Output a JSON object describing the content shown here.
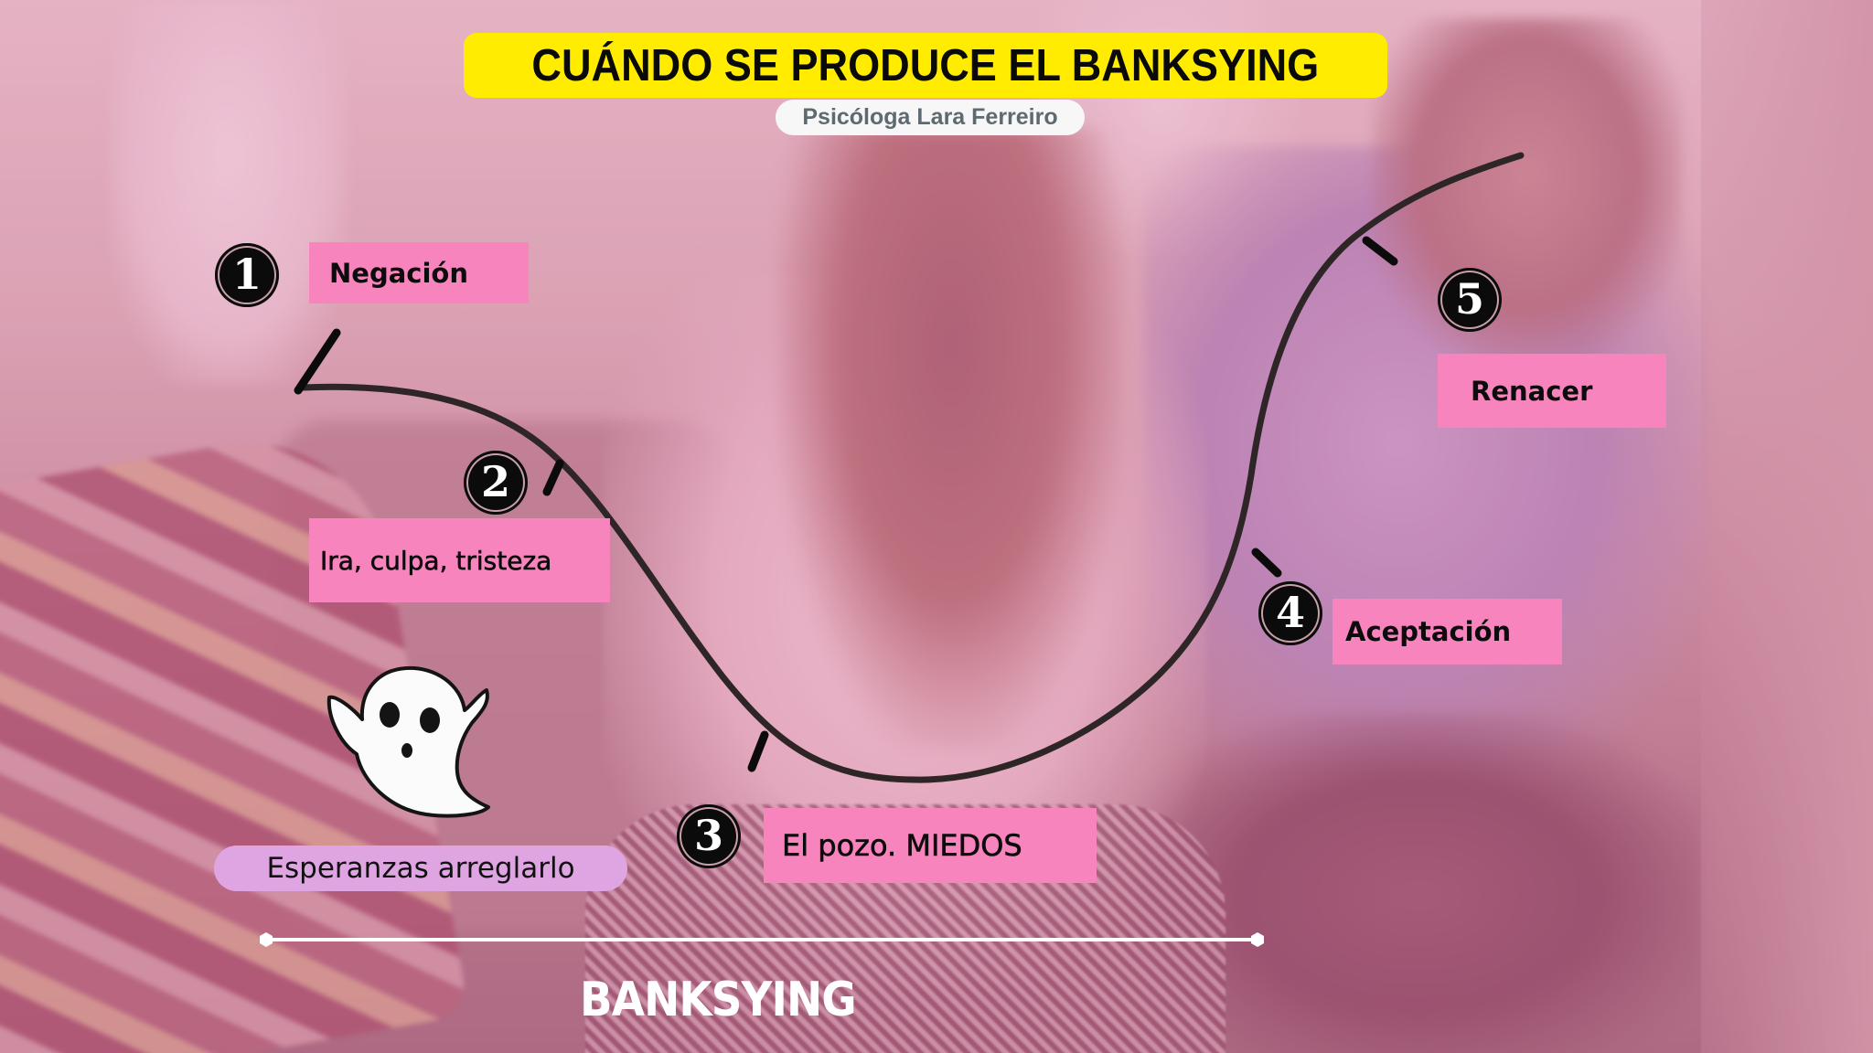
{
  "header": {
    "title": "CUÁNDO SE PRODUCE EL BANKSYING",
    "subtitle": "Psicóloga Lara Ferreiro"
  },
  "stages": [
    {
      "number": "1",
      "label": "Negación"
    },
    {
      "number": "2",
      "label": "Ira, culpa, tristeza"
    },
    {
      "number": "3",
      "label": "El pozo. MIEDOS"
    },
    {
      "number": "4",
      "label": "Aceptación"
    },
    {
      "number": "5",
      "label": "Renacer"
    }
  ],
  "aside": {
    "icon": "ghost-icon",
    "label": "Esperanzas arreglarlo"
  },
  "footer": {
    "title": "BANKSYING"
  },
  "colors": {
    "title_bg": "#ffec00",
    "label_bg": "#f884bd",
    "pill_bg": "#dfa5e3",
    "curve": "#2e2526",
    "circle": "#0b0b0b"
  }
}
